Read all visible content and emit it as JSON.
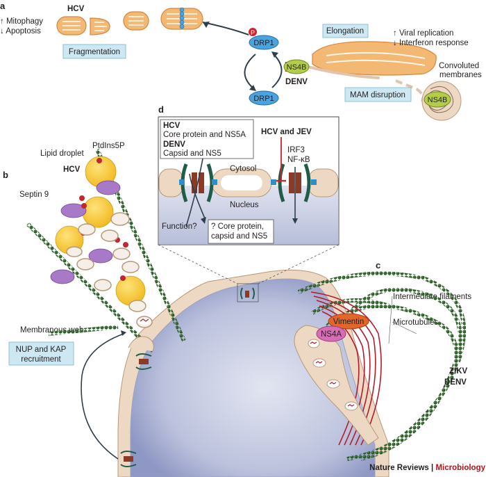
{
  "panels": {
    "a": "a",
    "b": "b",
    "c": "c",
    "d": "d"
  },
  "panel_a": {
    "hcv": "HCV",
    "up_mitophagy": "↑ Mitophagy",
    "down_apoptosis": "↓ Apoptosis",
    "fragmentation": "Fragmentation",
    "p_badge": "P",
    "drp1_top": "DRP1",
    "drp1_bottom": "DRP1",
    "ns4b_left": "NS4B",
    "denv": "DENV",
    "elongation": "Elongation",
    "up_viral": "↑ Viral replication",
    "down_ifn": "↓ Interferon response",
    "convoluted_1": "Convoluted",
    "convoluted_2": "membranes",
    "ns4b_right": "NS4B",
    "mam": "MAM disruption"
  },
  "panel_d": {
    "hcv": "HCV",
    "hcv_text": "Core protein and NS5A",
    "denv": "DENV",
    "denv_text": "Capsid and NS5",
    "hcv_jev": "HCV and JEV",
    "irf3": "IRF3",
    "nfkb": "NF-κB",
    "cytosol": "Cytosol",
    "nucleus": "Nucleus",
    "function": "Function?",
    "q_line1": "? Core protein,",
    "q_line2": "capsid and NS5"
  },
  "panel_b": {
    "lipid_droplet": "Lipid droplet",
    "ptdins": "PtdIns5P",
    "hcv": "HCV",
    "septin": "Septin 9",
    "web": "Membranous web",
    "nup_1": "NUP and KAP",
    "nup_2": "recruitment"
  },
  "panel_c": {
    "if": "Intermediate filaments",
    "mt": "Microtubules",
    "vimentin": "Vimentin",
    "ns4a": "NS4A",
    "zikv": "ZIKV",
    "denv": "DENV"
  },
  "footer": {
    "journal": "Nature Reviews",
    "sep": " | ",
    "section": "Microbiology"
  },
  "colors": {
    "mito_fill": "#f3b873",
    "drp1": "#4aa3df",
    "ns4b": "#b3cd4a",
    "box_blue": "#cde8f3",
    "lipid": "#f7c82f",
    "septin": "#a779c6",
    "mt_green": "#2d5e2a",
    "if_red": "#b31b2b",
    "vimentin": "#e2662a",
    "ns4a": "#d76eb5",
    "nucleus": "#c6cce2",
    "membrane": "#ecd8c3",
    "pore": "#8b3a25",
    "accent_red": "#d0232c"
  }
}
